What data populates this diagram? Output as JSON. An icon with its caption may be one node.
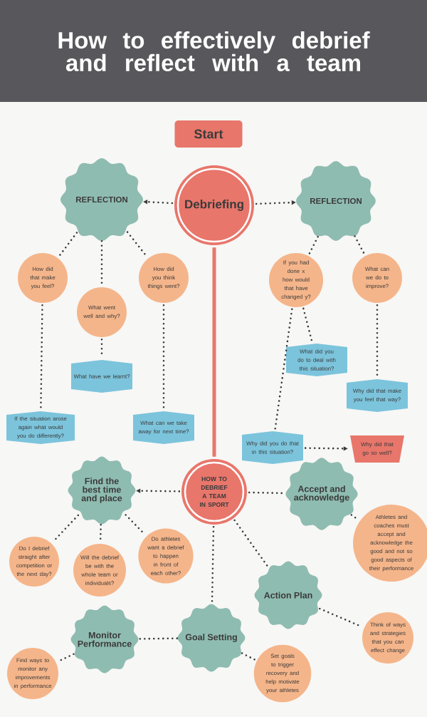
{
  "diagram": {
    "title": "How to effectively debrief and reflect with a team",
    "nodes": [
      {
        "text": [
          "Start"
        ]
      },
      {
        "text": [
          "REFLECTION"
        ]
      },
      {
        "text": [
          "Debriefing"
        ]
      },
      {
        "text": [
          "REFLECTION"
        ]
      },
      {
        "text": [
          "How did that make you feel?"
        ]
      },
      {
        "text": [
          "How did you think things went?"
        ]
      },
      {
        "text": [
          "What went well and why?"
        ]
      },
      {
        "text": [
          "If you had done x how would that have changed y?"
        ]
      },
      {
        "text": [
          "What can we do to improve?"
        ]
      },
      {
        "text": [
          "What have we learnt?"
        ]
      },
      {
        "text": [
          "What did you do to deal with this situation?"
        ]
      },
      {
        "text": [
          "Why did that make you feel that way?"
        ]
      },
      {
        "text": [
          "If the situation arose again what would you do differently?"
        ]
      },
      {
        "text": [
          "What can we take away for next time?"
        ]
      },
      {
        "text": [
          "Why did you do that in this situation?"
        ]
      },
      {
        "text": [
          "Why did that go so well?"
        ]
      },
      {
        "text": [
          "Find the best time and place"
        ]
      },
      {
        "text": [
          "HOW TO DEBRIEF A TEAM IN SPORT"
        ]
      },
      {
        "text": [
          "Accept and acknowledge"
        ]
      },
      {
        "text": [
          "Do I debrief straight after competition or the next day?"
        ]
      },
      {
        "text": [
          "Will the debrief be with the whole team or individuals?"
        ]
      },
      {
        "text": [
          "Do athletes want a debrief to happen in front of each other?"
        ]
      },
      {
        "text": [
          "Athletes and coaches must accept and acknowledge the good and not so good aspects of their performance"
        ]
      },
      {
        "text": [
          "Action Plan"
        ]
      },
      {
        "text": [
          "Think of ways and strategies that you can effect change"
        ]
      },
      {
        "text": [
          "Monitor Performance"
        ]
      },
      {
        "text": [
          "Goal Setting"
        ]
      },
      {
        "text": [
          "Find ways to monitor any improvements in performance"
        ]
      },
      {
        "text": [
          "Set goals to trigger recovery and help motivate your athletes"
        ]
      }
    ],
    "edges": [
      {
        "from": 2,
        "to": 1,
        "arrow": "to",
        "style": "dashed"
      },
      {
        "from": 2,
        "to": 3,
        "arrow": "to",
        "style": "dashed"
      },
      {
        "from": 1,
        "to": 4,
        "arrow": "none",
        "style": "dashed"
      },
      {
        "from": 1,
        "to": 6,
        "arrow": "none",
        "style": "dashed"
      },
      {
        "from": 1,
        "to": 5,
        "arrow": "none",
        "style": "dashed"
      },
      {
        "from": 4,
        "to": 12,
        "arrow": "none",
        "style": "dashed"
      },
      {
        "from": 6,
        "to": 9,
        "arrow": "none",
        "style": "dashed"
      },
      {
        "from": 5,
        "to": 13,
        "arrow": "none",
        "style": "dashed"
      },
      {
        "from": 3,
        "to": 7,
        "arrow": "none",
        "style": "dashed"
      },
      {
        "from": 3,
        "to": 8,
        "arrow": "none",
        "style": "dashed"
      },
      {
        "from": 7,
        "to": 10,
        "arrow": "none",
        "style": "dashed"
      },
      {
        "from": 7,
        "to": 14,
        "arrow": "none",
        "style": "dashed"
      },
      {
        "from": 8,
        "to": 11,
        "arrow": "none",
        "style": "dashed"
      },
      {
        "from": 14,
        "to": 15,
        "arrow": "to",
        "style": "dashed"
      },
      {
        "from": 2,
        "to": 17,
        "arrow": "none",
        "style": "thick",
        "color": "#e8766b"
      },
      {
        "from": 17,
        "to": 16,
        "arrow": "to",
        "style": "dashed"
      },
      {
        "from": 17,
        "to": 18,
        "arrow": "none",
        "style": "dashed"
      },
      {
        "from": 16,
        "to": 19,
        "arrow": "none",
        "style": "dashed"
      },
      {
        "from": 16,
        "to": 20,
        "arrow": "none",
        "style": "dashed"
      },
      {
        "from": 16,
        "to": 21,
        "arrow": "none",
        "style": "dashed"
      },
      {
        "from": 18,
        "to": 22,
        "arrow": "none",
        "style": "dashed"
      },
      {
        "from": 17,
        "to": 23,
        "arrow": "none",
        "style": "dashed"
      },
      {
        "from": 23,
        "to": 24,
        "arrow": "none",
        "style": "dashed"
      },
      {
        "from": 17,
        "to": 26,
        "arrow": "none",
        "style": "dashed"
      },
      {
        "from": 26,
        "to": 25,
        "arrow": "none",
        "style": "dashed"
      },
      {
        "from": 25,
        "to": 27,
        "arrow": "none",
        "style": "dashed"
      },
      {
        "from": 26,
        "to": 28,
        "arrow": "none",
        "style": "dashed"
      }
    ]
  }
}
